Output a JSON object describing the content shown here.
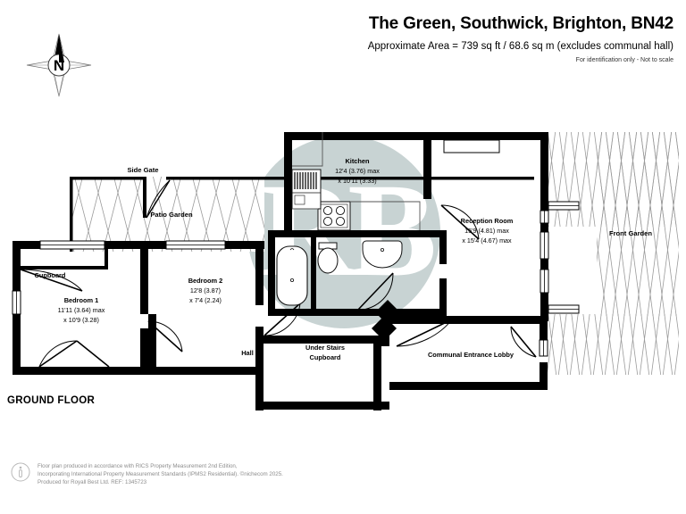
{
  "header": {
    "title": "The Green, Southwick, Brighton, BN42",
    "area": "Approximate Area = 739 sq ft / 68.6 sq m (excludes communal hall)",
    "disclaimer": "For identification only - Not to scale"
  },
  "compass": {
    "label": "N",
    "icon": "compass-rose-icon"
  },
  "floor_label": "GROUND FLOOR",
  "watermark": "RB",
  "rooms": [
    {
      "key": "kitchen",
      "name": "Kitchen",
      "dim1": "12'4 (3.76) max",
      "dim2": "x 10'11 (3.33)"
    },
    {
      "key": "reception",
      "name": "Reception Room",
      "dim1": "15'9 (4.81) max",
      "dim2": "x 15'4 (4.67) max"
    },
    {
      "key": "bedroom1",
      "name": "Bedroom 1",
      "dim1": "11'11 (3.64) max",
      "dim2": "x 10'9 (3.28)"
    },
    {
      "key": "bedroom2",
      "name": "Bedroom 2",
      "dim1": "12'8 (3.87)",
      "dim2": "x 7'4 (2.24)"
    }
  ],
  "plain_labels": [
    {
      "key": "cupboard",
      "text": "Cupboard"
    },
    {
      "key": "hall",
      "text": "Hall"
    },
    {
      "key": "understairs1",
      "text": "Under Stairs"
    },
    {
      "key": "understairs2",
      "text": "Cupboard"
    },
    {
      "key": "lobby",
      "text": "Communal Entrance Lobby"
    },
    {
      "key": "sidegate",
      "text": "Side Gate"
    },
    {
      "key": "patio",
      "text": "Patio Garden"
    },
    {
      "key": "frontgarden",
      "text": "Front Garden"
    }
  ],
  "footer": {
    "line1": "Floor plan produced in accordance with RICS Property Measurement 2nd Edition,",
    "line2": "Incorporating International Property Measurement Standards (IPMS2 Residential).   ©nichecom 2025.",
    "line3": "Produced for Royall Best Ltd.   REF:  1345723",
    "icon": "info-mark-icon"
  },
  "colors": {
    "wall": "#000000",
    "watermark": "#c6d2d2",
    "footer_text": "#8d8d8d",
    "hatch": "#9a9a9a",
    "fixture_stroke": "#1a1a1a"
  }
}
